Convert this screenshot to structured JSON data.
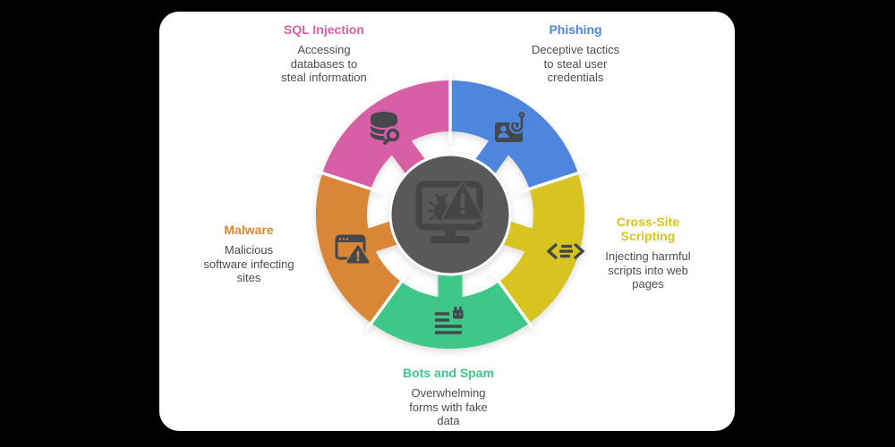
{
  "theme": {
    "page-bg": "#000000",
    "card-bg": "#ffffff",
    "seg-pink": "#d65fa6",
    "seg-blue": "#4e86dd",
    "seg-yellow": "#d8c420",
    "seg-green": "#3fc689",
    "seg-orange": "#d98636",
    "icon-dark": "#44474b",
    "center-gray": "#595959",
    "center-icon": "#454545",
    "desc-text": "#4f4a51"
  },
  "center": {
    "icon": "infected-computer-icon",
    "circle_color": "#595959"
  },
  "segments": [
    {
      "id": "sql-injection",
      "label": "SQL Injection",
      "color": "#d65fa6",
      "icon": "database-search-icon",
      "description": [
        "Accessing",
        "databases to",
        "steal information"
      ]
    },
    {
      "id": "phishing",
      "label": "Phishing",
      "color": "#4e86dd",
      "icon": "idcard-hook-icon",
      "description": [
        "Deceptive tactics",
        "to steal user",
        "credentials"
      ]
    },
    {
      "id": "cross-site-scripting",
      "label": "Cross-Site Scripting",
      "color": "#d8c420",
      "icon": "code-script-icon",
      "description": [
        "Injecting harmful",
        "scripts into web",
        "pages"
      ]
    },
    {
      "id": "bots-and-spam",
      "label": "Bots and Spam",
      "color": "#3fc689",
      "icon": "bot-form-icon",
      "description": [
        "Overwhelming",
        "forms with fake",
        "data"
      ]
    },
    {
      "id": "malware",
      "label": "Malware",
      "color": "#d98636",
      "icon": "browser-alert-icon",
      "description": [
        "Malicious",
        "software infecting",
        "sites"
      ]
    }
  ]
}
